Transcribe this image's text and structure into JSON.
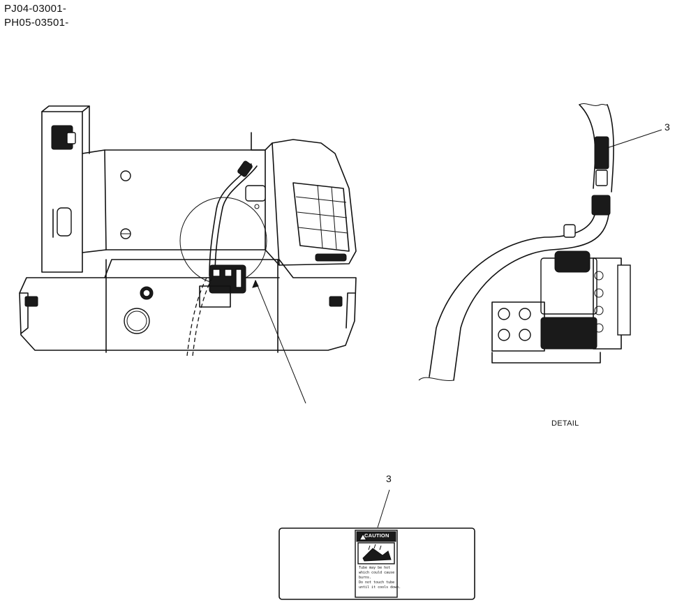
{
  "header": {
    "serial_ranges": [
      "PJ04-03001-",
      "PH05-03501-"
    ]
  },
  "callouts": {
    "top": "3",
    "bottom": "3"
  },
  "labels": {
    "detail": "DETAIL"
  },
  "decal": {
    "header": "CAUTION",
    "icon": "hot-surface-hand-icon",
    "lines": [
      "Tube may be hot",
      "which could cause",
      "burns.",
      "Do not touch tube",
      "until it cools down."
    ]
  }
}
